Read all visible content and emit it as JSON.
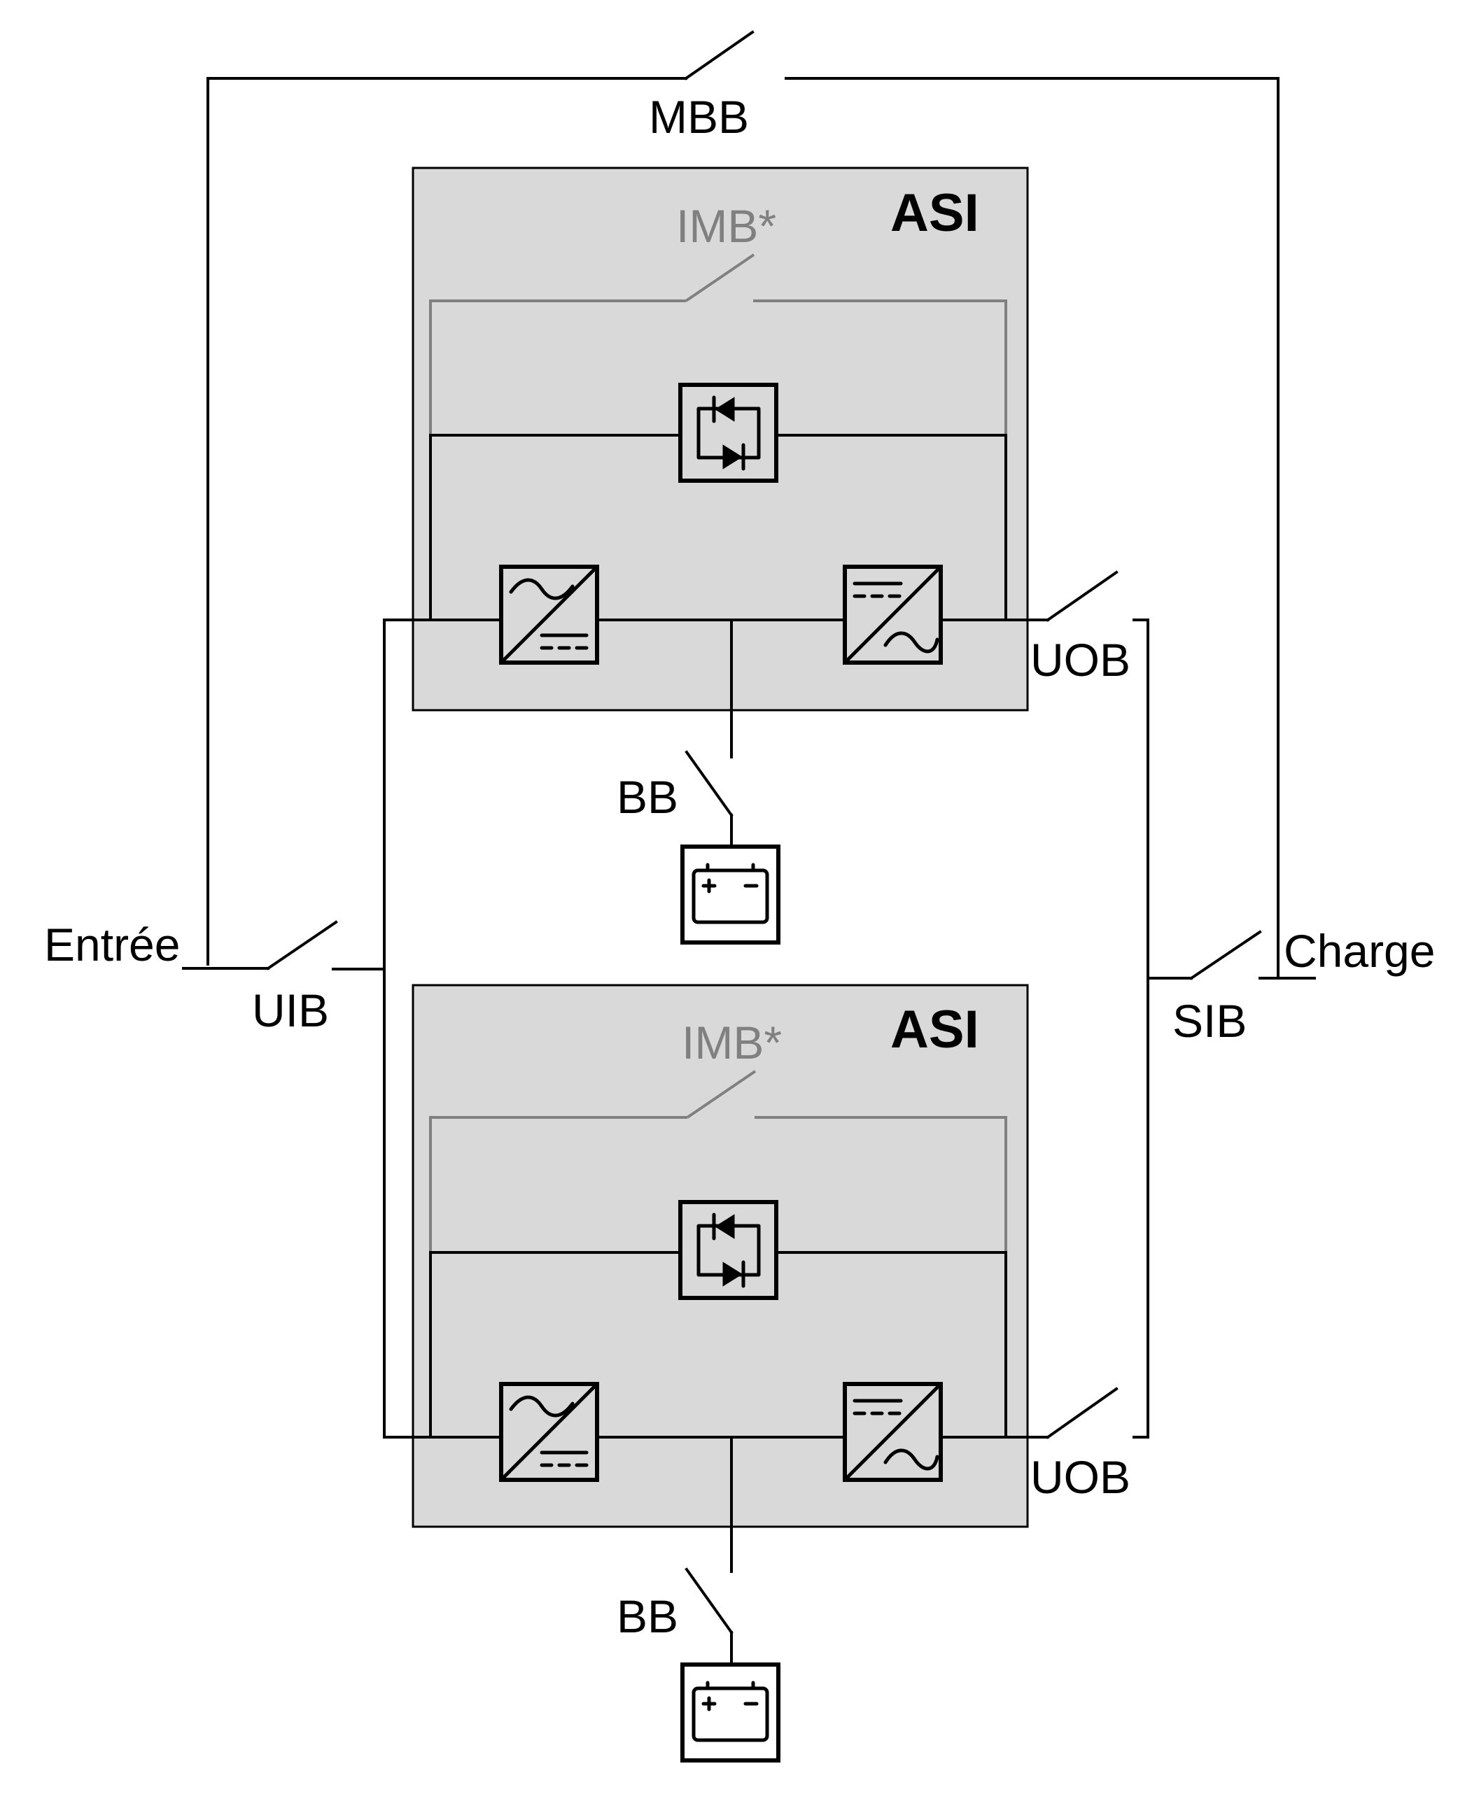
{
  "labels": {
    "mbb": "MBB",
    "entree": "Entrée",
    "uib": "UIB",
    "charge": "Charge",
    "sib": "SIB"
  },
  "ups_units": [
    {
      "title": "ASI",
      "imb": "IMB*",
      "uob": "UOB",
      "bb": "BB"
    },
    {
      "title": "ASI",
      "imb": "IMB*",
      "uob": "UOB",
      "bb": "BB"
    }
  ]
}
